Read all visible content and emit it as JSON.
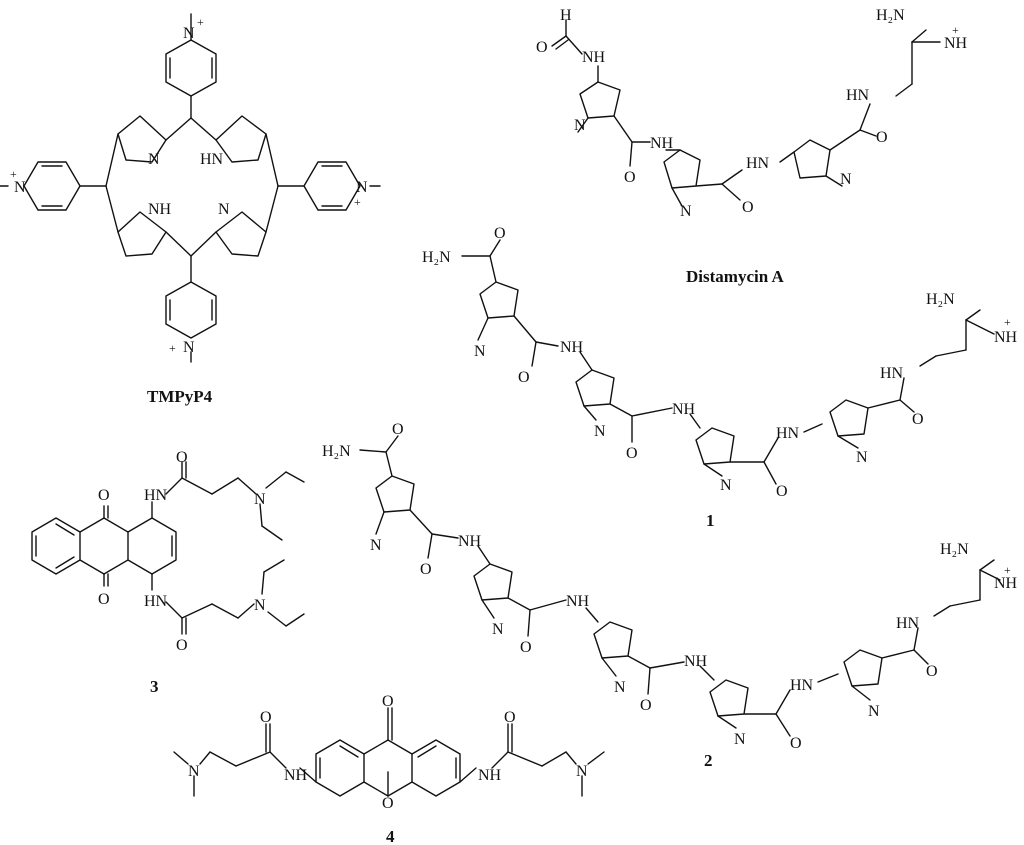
{
  "figure": {
    "captions": {
      "tmpyp4": "TMPyP4",
      "distamycin": "Distamycin A",
      "c1": "1",
      "c2": "2",
      "c3": "3",
      "c4": "4"
    },
    "atoms": {
      "N": "N",
      "NH": "NH",
      "HN": "HN",
      "H": "H",
      "O": "O",
      "H2N": "H₂N",
      "plus": "+"
    }
  }
}
